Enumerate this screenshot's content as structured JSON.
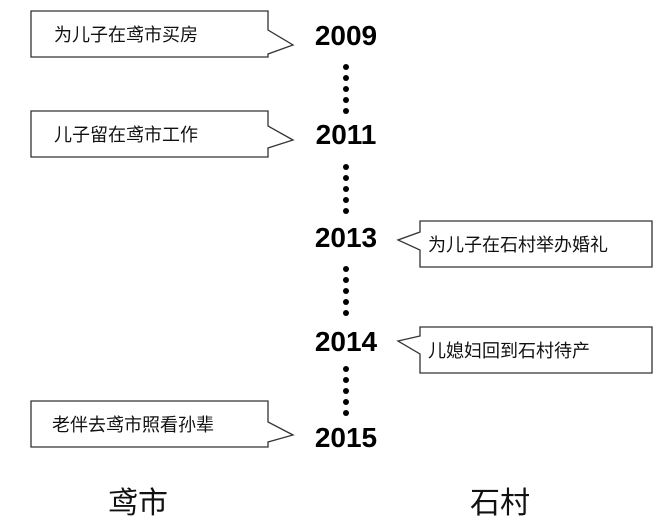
{
  "timeline": {
    "years": [
      "2009",
      "2011",
      "2013",
      "2014",
      "2015"
    ],
    "events": [
      {
        "year": "2009",
        "text": "为儿子在鸢市买房",
        "side": "left"
      },
      {
        "year": "2011",
        "text": "儿子留在鸢市工作",
        "side": "left"
      },
      {
        "year": "2013",
        "text": "为儿子在石村举办婚礼",
        "side": "right"
      },
      {
        "year": "2014",
        "text": "儿媳妇回到石村待产",
        "side": "right"
      },
      {
        "year": "2015",
        "text": "老伴去鸢市照看孙辈",
        "side": "left"
      }
    ]
  },
  "columns": {
    "left_label": "鸢市",
    "right_label": "石村"
  }
}
